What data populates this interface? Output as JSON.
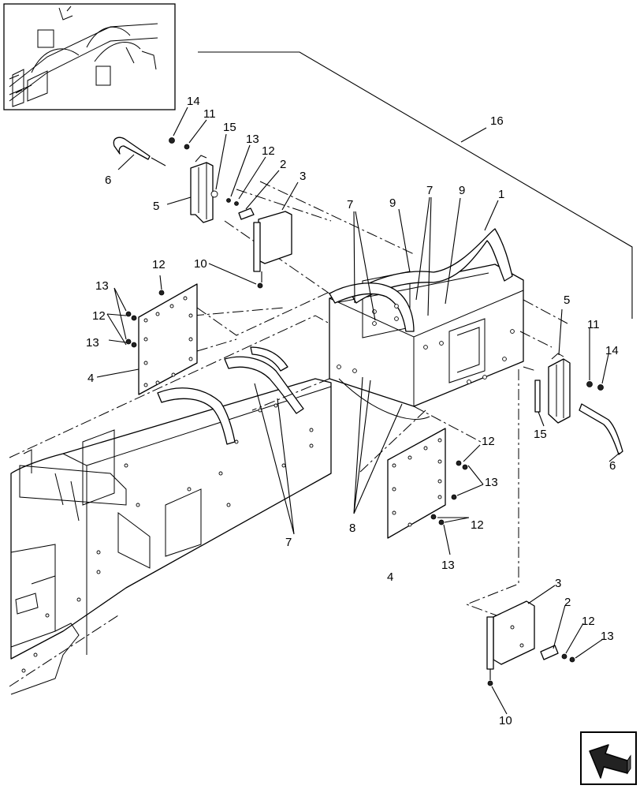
{
  "callouts": [
    {
      "id": "c14a",
      "text": "14"
    },
    {
      "id": "c11a",
      "text": "11"
    },
    {
      "id": "c15a",
      "text": "15"
    },
    {
      "id": "c13a",
      "text": "13"
    },
    {
      "id": "c12a",
      "text": "12"
    },
    {
      "id": "c2a",
      "text": "2"
    },
    {
      "id": "c3a",
      "text": "3"
    },
    {
      "id": "c6a",
      "text": "6"
    },
    {
      "id": "c5a",
      "text": "5"
    },
    {
      "id": "c16",
      "text": "16"
    },
    {
      "id": "c7a",
      "text": "7"
    },
    {
      "id": "c9a",
      "text": "9"
    },
    {
      "id": "c7b",
      "text": "7"
    },
    {
      "id": "c9b",
      "text": "9"
    },
    {
      "id": "c1",
      "text": "1"
    },
    {
      "id": "c10a",
      "text": "10"
    },
    {
      "id": "c12b",
      "text": "12"
    },
    {
      "id": "c13b",
      "text": "13"
    },
    {
      "id": "c12c",
      "text": "12"
    },
    {
      "id": "c13c",
      "text": "13"
    },
    {
      "id": "c4a",
      "text": "4"
    },
    {
      "id": "c5b",
      "text": "5"
    },
    {
      "id": "c11b",
      "text": "11"
    },
    {
      "id": "c14b",
      "text": "14"
    },
    {
      "id": "c15b",
      "text": "15"
    },
    {
      "id": "c6b",
      "text": "6"
    },
    {
      "id": "c12d",
      "text": "12"
    },
    {
      "id": "c13d",
      "text": "13"
    },
    {
      "id": "c12e",
      "text": "12"
    },
    {
      "id": "c8",
      "text": "8"
    },
    {
      "id": "c7c",
      "text": "7"
    },
    {
      "id": "c13e",
      "text": "13"
    },
    {
      "id": "c4b",
      "text": "4"
    },
    {
      "id": "c3b",
      "text": "3"
    },
    {
      "id": "c2b",
      "text": "2"
    },
    {
      "id": "c12f",
      "text": "12"
    },
    {
      "id": "c13f",
      "text": "13"
    },
    {
      "id": "c10b",
      "text": "10"
    }
  ],
  "nav": {
    "icon": "next-page-arrow-icon"
  }
}
